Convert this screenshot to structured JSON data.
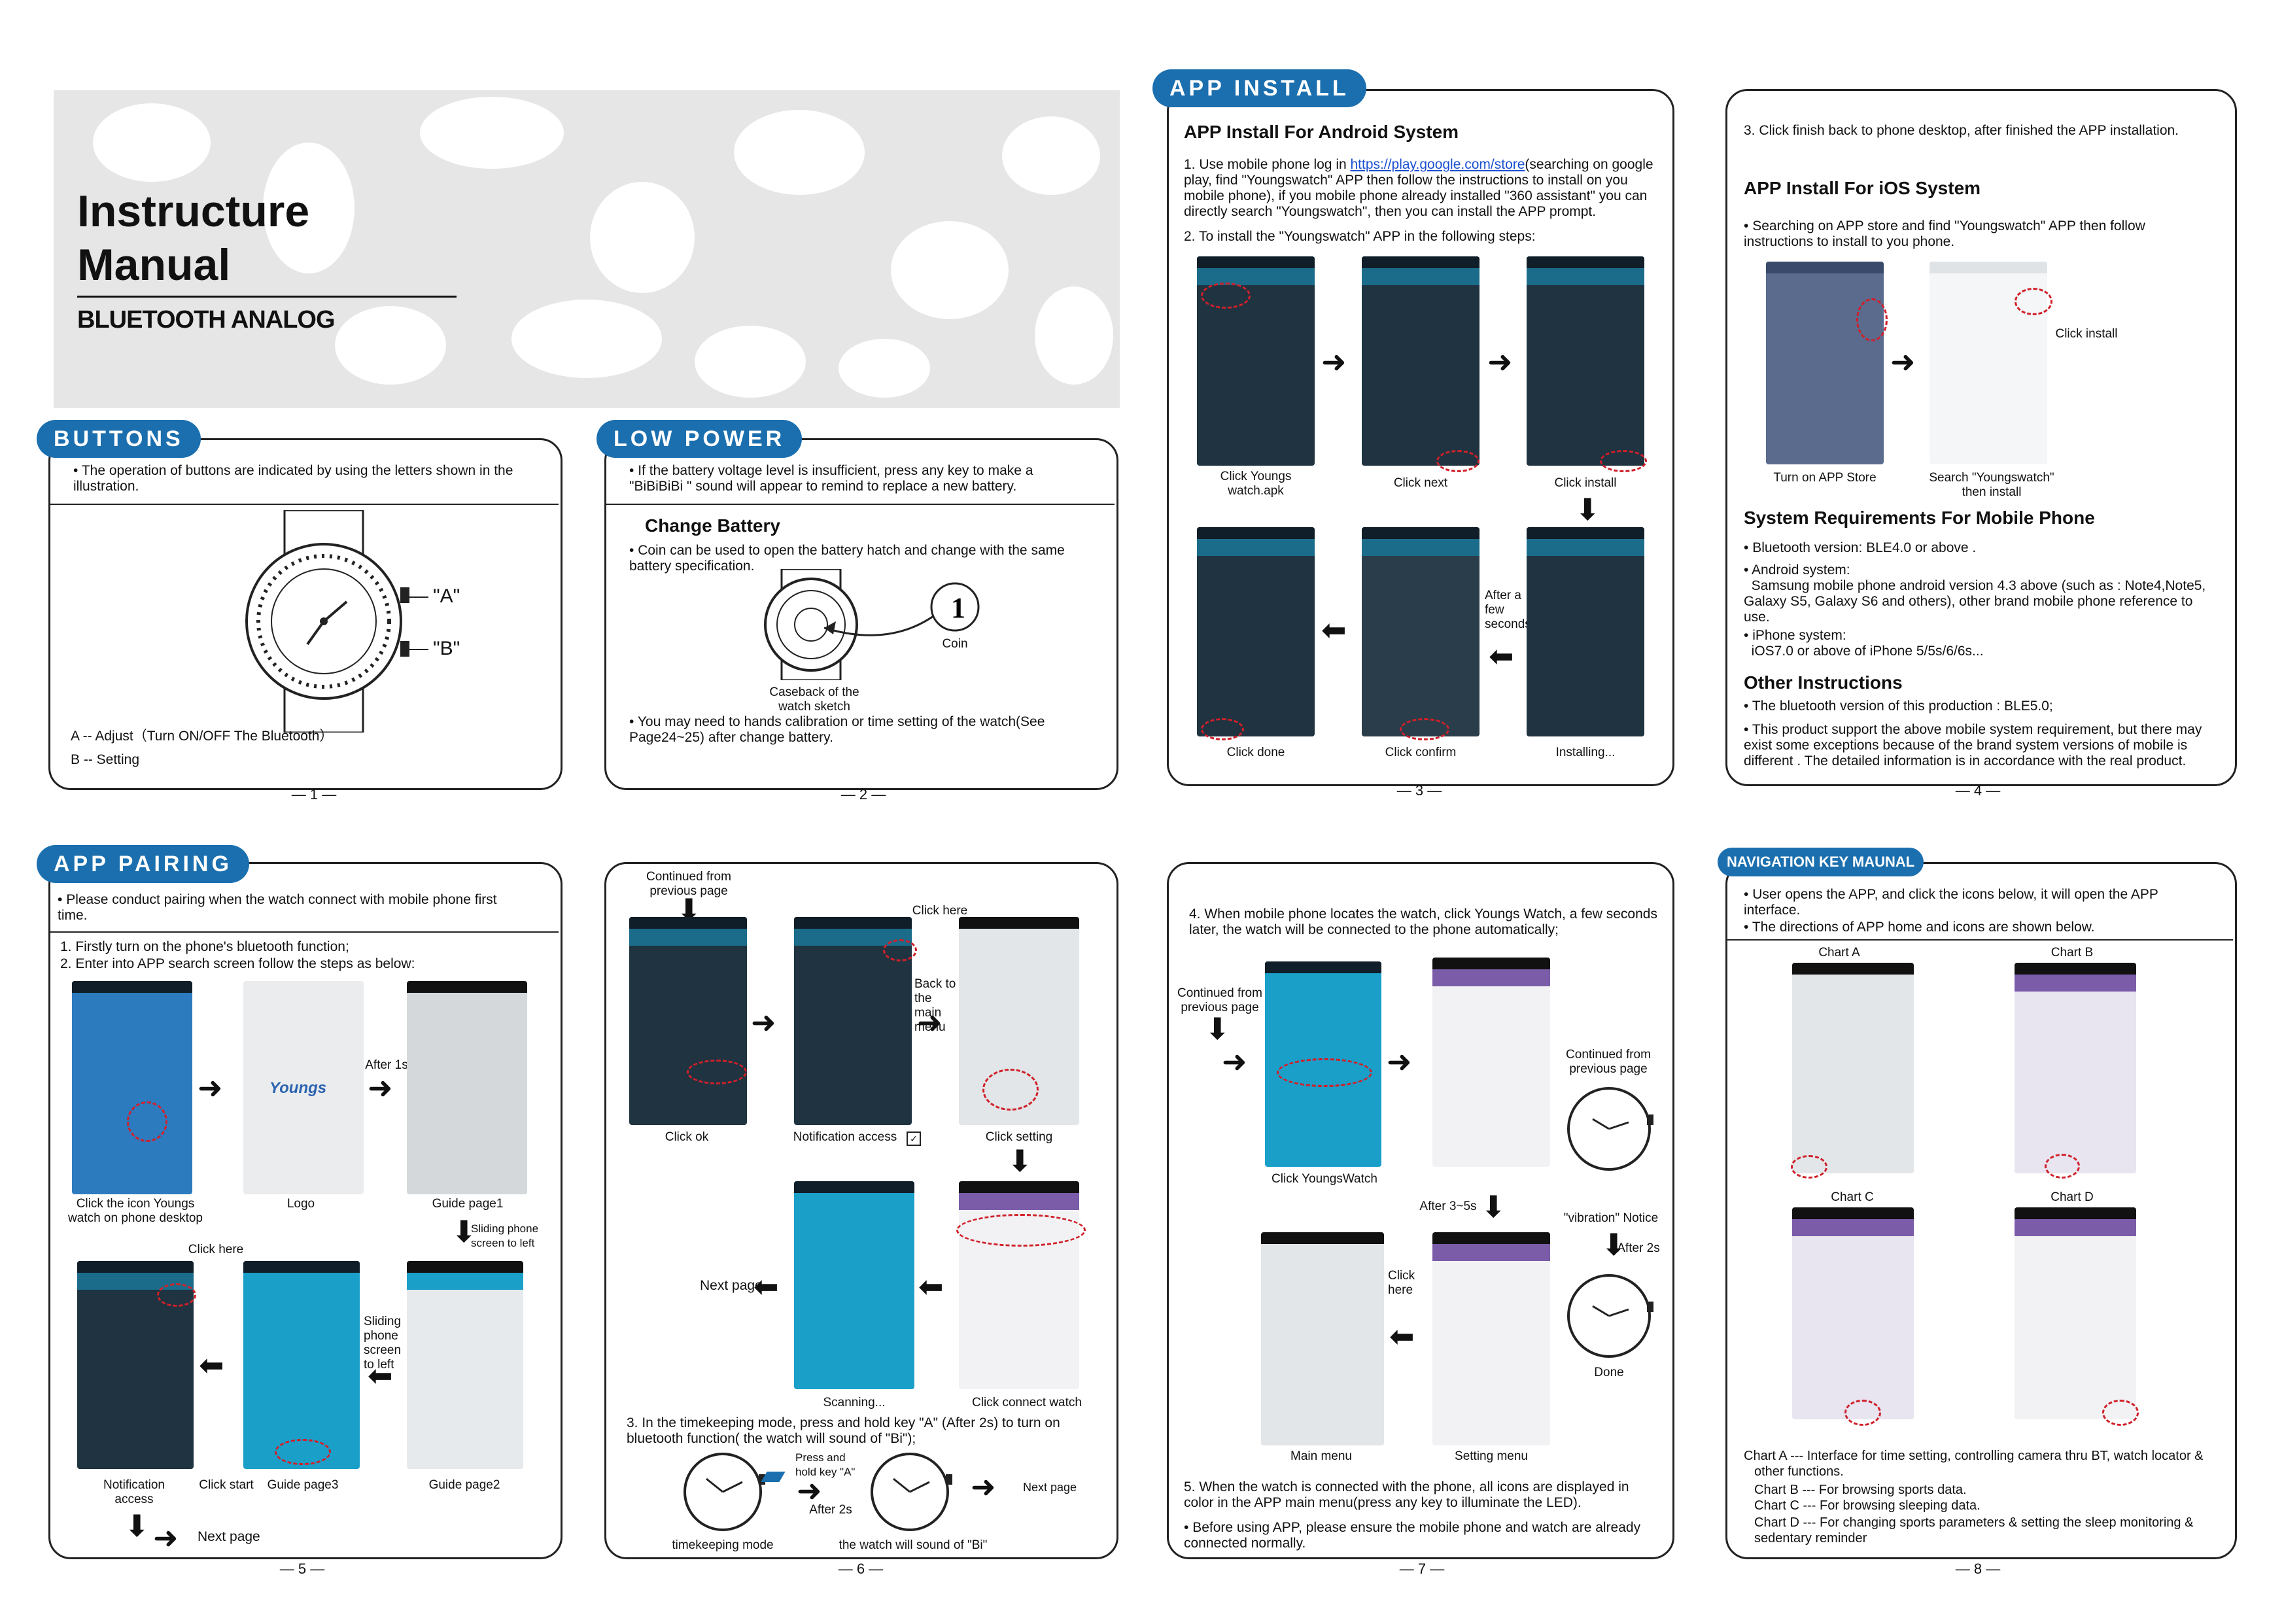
{
  "cover": {
    "title_line1": "Instructure",
    "title_line2": "Manual",
    "subtitle": "BLUETOOTH ANALOG"
  },
  "buttons": {
    "tab": "BUTTONS",
    "intro": "The operation of  buttons are indicated by using the letters shown in the illustration.",
    "label_a": "\"A\"",
    "label_b": "\"B\"",
    "line_a": "A --  Adjust（Turn ON/OFF The Bluetooth）",
    "line_b": "B -- Setting",
    "page": "— 1 —"
  },
  "low_power": {
    "tab": "LOW POWER",
    "intro": "If the battery voltage level  is insufficient, press any key to make a \"BiBiBiBi \" sound will appear to remind to replace a  new battery.",
    "change_title": "Change Battery",
    "change_text": "Coin can be used to open the battery hatch and change with the same  battery specification.",
    "coin_label": "Coin",
    "caseback_label": "Caseback of the watch sketch",
    "calibration": "You may need to hands calibration or time setting of  the watch(See Page24~25) after change battery.",
    "page": "— 2 —"
  },
  "app_install": {
    "tab": "APP INSTALL",
    "android_title": "APP Install For Android System",
    "step1_pre": "1. Use mobile phone log in ",
    "step1_link": "https://play.google.com/store",
    "step1_post": "(searching on google play, find \"Youngswatch\" APP then follow the instructions to install on you mobile phone), if you mobile phone already installed \"360 assistant\" you can directly search \"Youngswatch\", then you can install the APP prompt.",
    "step2": "2. To install the \"Youngswatch\" APP  in the following steps:",
    "cap1": "Click Youngs watch.apk",
    "cap2": "Click next",
    "cap3": "Click install",
    "cap4": "Click done",
    "cap5": "Click confirm",
    "cap6": "Installing...",
    "after_few": "After a few seconds",
    "page": "— 3 —"
  },
  "page4": {
    "step3": "3. Click finish  back to phone  desktop, after finished the  APP installation.",
    "ios_title": "APP Install For iOS System",
    "ios_text": "Searching on  APP store and  find \"Youngswatch\" APP then follow instructions to install to you phone.",
    "click_install": "Click install",
    "cap_appstore": "Turn on  APP Store",
    "cap_search": "Search \"Youngswatch\" then install",
    "sys_title": "System Requirements For Mobile Phone",
    "sys1": "Bluetooth version: BLE4.0 or above .",
    "sys2_head": "Android system:",
    "sys2": "Samsung mobile phone android version 4.3 above (such as : Note4,Note5, Galaxy S5, Galaxy S6 and others), other brand mobile phone reference to use.",
    "sys3_head": "iPhone system:",
    "sys3": "iOS7.0 or above of iPhone 5/5s/6/6s...",
    "other_title": "Other Instructions",
    "other1": "The bluetooth version of this production : BLE5.0;",
    "other2": "This product support the above mobile system requirement, but there may exist some exceptions because of the brand system versions of mobile is different . The detailed information is in accordance with the real product.",
    "page": "— 4 —"
  },
  "pairing": {
    "tab": "APP PAIRING",
    "intro": "Please conduct pairing when the watch connect with mobile  phone first time.",
    "step1": "1. Firstly turn on the phone's bluetooth function;",
    "step2": "2. Enter into APP search  screen follow the steps as below:",
    "after1s": "After 1s",
    "cap_icon": "Click the icon Youngs watch on phone desktop",
    "cap_logo": "Logo",
    "cap_guide1": "Guide page1",
    "sliding_left": "Sliding phone screen to left",
    "sliding_screen": "Sliding phone screen to left",
    "click_here": "Click here",
    "cap_notif": "Notification access",
    "cap_start": "Click start",
    "cap_guide3": "Guide page3",
    "cap_guide2": "Guide page2",
    "next_page": "Next page",
    "logo_text": "Youngs",
    "page": "— 5 —"
  },
  "page6": {
    "continued": "Continued from previous page",
    "click_here": "Click here",
    "back_main": "Back to the main menu",
    "cap_ok": "Click ok",
    "cap_notif": "Notification access",
    "cap_setting": "Click setting",
    "next_page": "Next page",
    "cap_scanning": "Scanning...",
    "cap_connect": "Click connect watch",
    "step3": "3. In the timekeeping mode, press and hold key \"A\" (After 2s) to turn on bluetooth function( the watch will sound of \"Bi\");",
    "press_hold": "Press and hold key \"A\"",
    "after2s": "After 2s",
    "next_page2": "Next page",
    "cap_timekeeping": "timekeeping mode",
    "cap_bi": "the watch will sound of \"Bi\"",
    "page": "— 6 —"
  },
  "page7": {
    "step4": "4. When mobile phone locates the watch, click Youngs Watch, a few seconds later, the watch will be connected to the phone automatically;",
    "continued": "Continued from previous page",
    "continued2": "Continued from previous page",
    "cap_click_yw": "Click YoungsWatch",
    "after35": "After 3~5s",
    "vibration": "\"vibration\" Notice",
    "after2s": "After 2s",
    "done": "Done",
    "click_here": "Click here",
    "cap_main": "Main menu",
    "cap_setting": "Setting menu",
    "step5": "5. When the watch is connected with the phone, all icons are displayed in color in the APP main menu(press any key to illuminate the LED).",
    "before": "Before using APP, please ensure the mobile phone and watch are already connected normally.",
    "page": "— 7 —"
  },
  "nav": {
    "tab": "NAVIGATION KEY MAUNAL",
    "b1": "User opens the APP, and click the icons below, it will open the APP interface.",
    "b2": "The directions of APP home and icons are shown below.",
    "chart_a": "Chart A",
    "chart_b": "Chart B",
    "chart_c": "Chart C",
    "chart_d": "Chart D",
    "desc_a": "Chart A --- Interface for time setting, controlling camera thru BT, watch locator & other functions.",
    "desc_b": "Chart B --- For browsing sports data.",
    "desc_c": "Chart C --- For browsing sleeping data.",
    "desc_d": "Chart D --- For changing sports parameters & setting the sleep monitoring & sedentary reminder",
    "page": "— 8 —"
  },
  "colors": {
    "tab_blue": "#1b6fae",
    "annotation_red": "#d0202a",
    "app_teal": "#1a9fc9",
    "app_purple": "#7a5ca8"
  }
}
